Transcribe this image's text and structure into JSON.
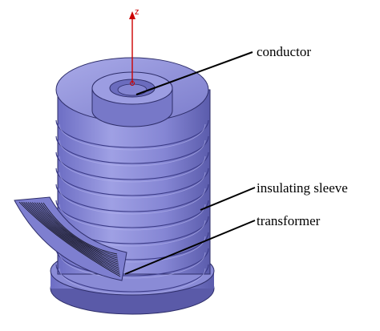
{
  "axis": {
    "label": "z",
    "color": "#cc0000"
  },
  "labels": {
    "conductor": "conductor",
    "insulating_sleeve": "insulating sleeve",
    "transformer": "transformer"
  },
  "colors": {
    "body": "#7e7fd0",
    "body_light": "#9a9be0",
    "body_dark": "#5a5aa8",
    "edge": "#2e2e6a",
    "winding": "#1a1a2a"
  }
}
